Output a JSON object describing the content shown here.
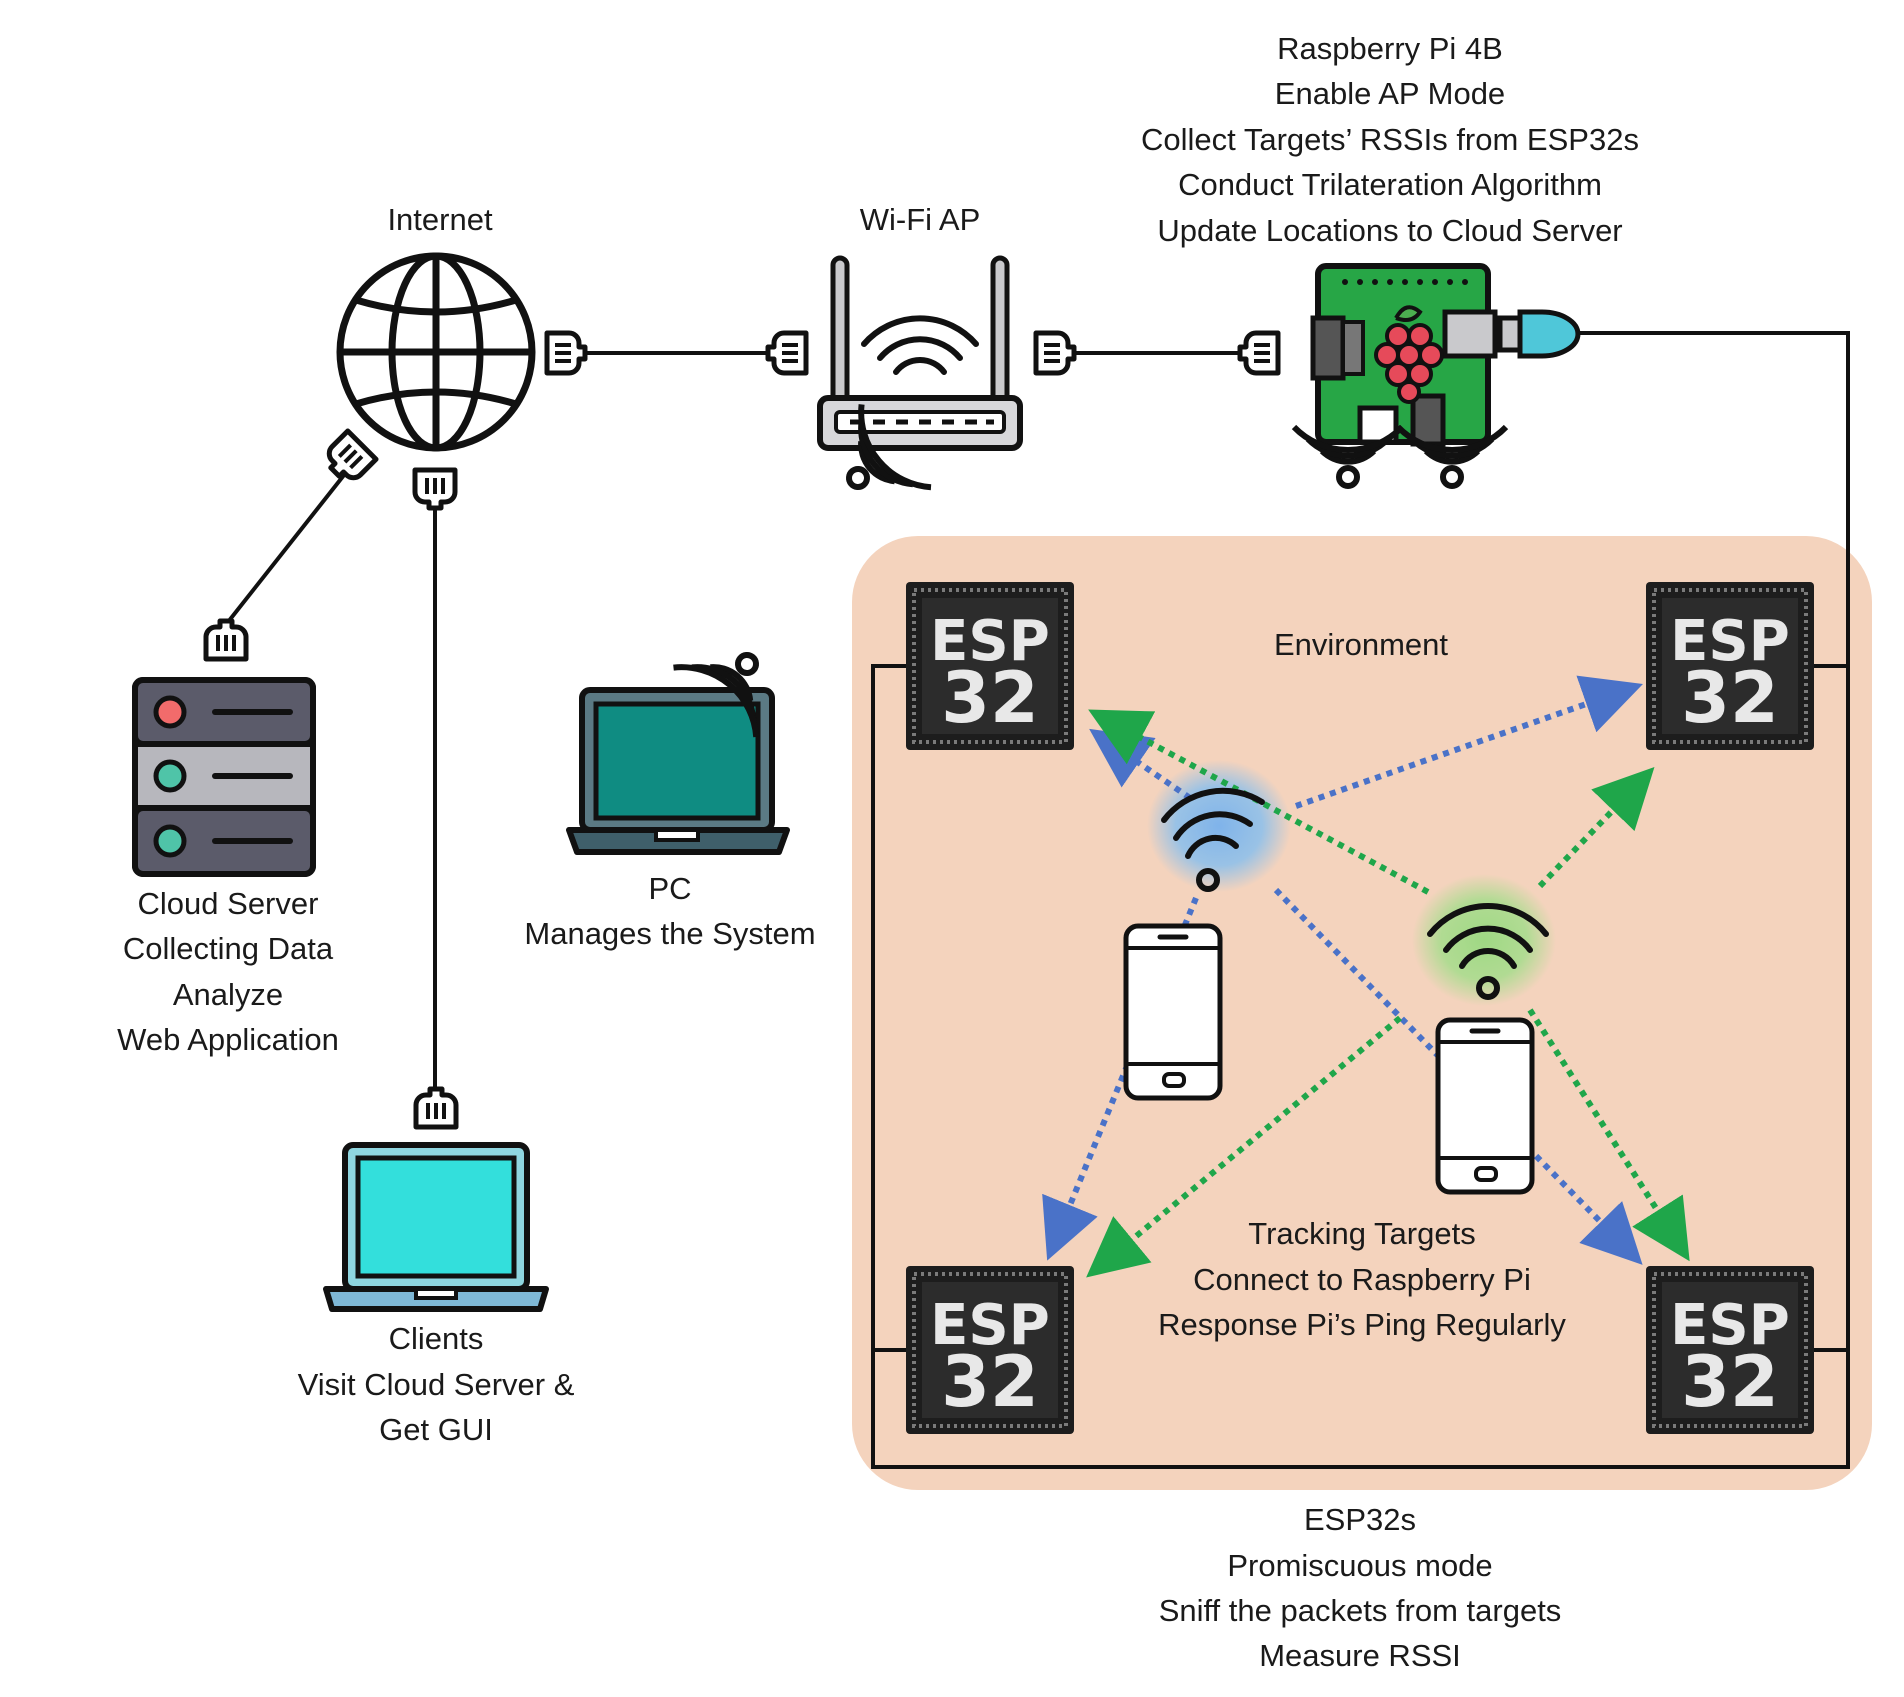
{
  "internet": {
    "label": "Internet"
  },
  "wifi_ap": {
    "label": "Wi-Fi AP"
  },
  "raspberry_pi": {
    "lines": [
      "Raspberry Pi 4B",
      "Enable AP Mode",
      "Collect Targets’ RSSIs from ESP32s",
      "Conduct Trilateration Algorithm",
      "Update Locations to Cloud Server"
    ]
  },
  "cloud_server": {
    "lines": [
      "Cloud Server",
      "Collecting Data",
      "Analyze",
      "Web Application"
    ]
  },
  "pc": {
    "lines": [
      "PC",
      "Manages the System"
    ]
  },
  "clients": {
    "lines": [
      "Clients",
      "Visit Cloud Server &",
      "Get GUI"
    ]
  },
  "environment": {
    "label": "Environment"
  },
  "tracking_targets": {
    "lines": [
      "Tracking Targets",
      "Connect to Raspberry Pi",
      "Response Pi’s Ping Regularly"
    ]
  },
  "esp32s": {
    "lines": [
      "ESP32s",
      "Promiscuous mode",
      "Sniff the packets from targets",
      "Measure RSSI"
    ]
  },
  "esp_chip": {
    "line1": "ESP",
    "line2": "32"
  },
  "colors": {
    "environment_fill": "#f4d3bd",
    "blue_arrow": "#4a72c8",
    "green_arrow": "#1fa64a",
    "blue_glow": "#8fc0ea",
    "green_glow": "#a9dc8e",
    "laptop_client_screen": "#33dfdc",
    "laptop_pc_screen": "#0f8c82",
    "pi_board": "#27a646",
    "usb_dongle": "#4fc7d9"
  }
}
